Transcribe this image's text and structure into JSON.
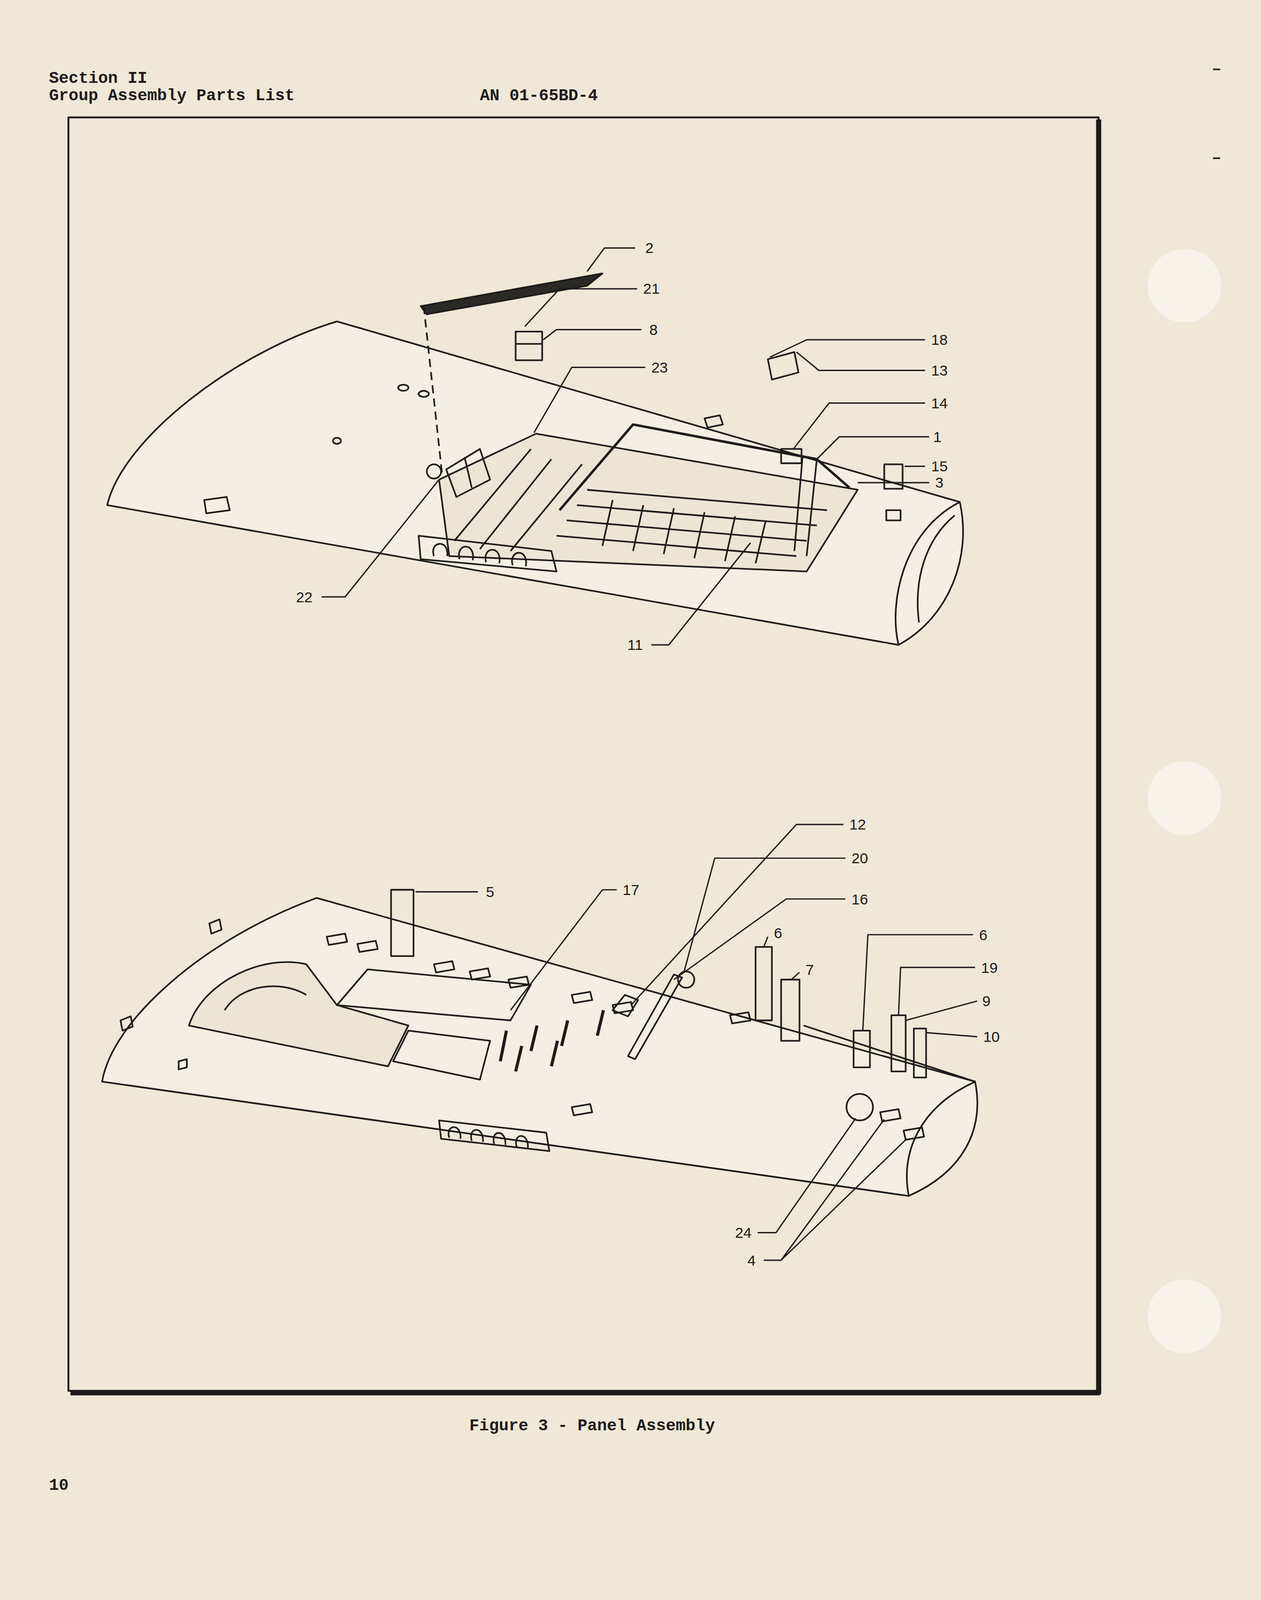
{
  "diagram": {
    "caption": "Figure 3 - Panel Assembly",
    "labels": [
      "Section II",
      "Group Assembly Parts List",
      "AN 01-65BD-4",
      "2",
      "21",
      "8",
      "23",
      "18",
      "13",
      "14",
      "1",
      "15",
      "3",
      "22",
      "11",
      "12",
      "20",
      "5",
      "17",
      "16",
      "6",
      "7",
      "6",
      "19",
      "9",
      "10",
      "24",
      "4",
      "10"
    ]
  }
}
